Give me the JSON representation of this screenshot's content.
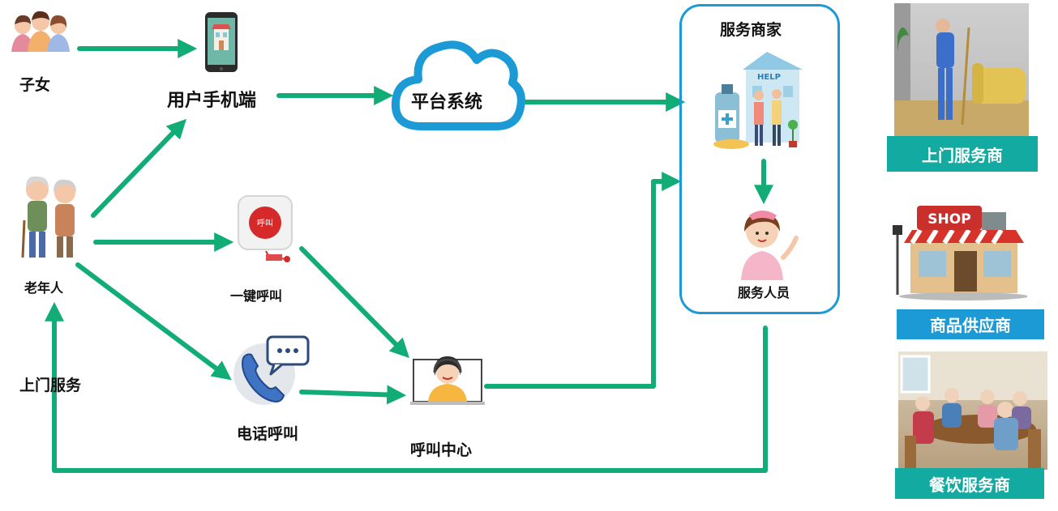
{
  "nodes": {
    "children": "子女",
    "user_phone": "用户手机端",
    "platform": "平台系统",
    "merchant": "服务商家",
    "staff": "服务人员",
    "elderly": "老年人",
    "one_key_call": "一键呼叫",
    "phone_call": "电话呼叫",
    "call_center": "呼叫中心",
    "home_service": "上门服务"
  },
  "button_text": "呼叫",
  "help_sign": "HELP",
  "shop_sign": "SHOP",
  "providers": [
    {
      "label": "上门服务商",
      "color": "#13aaa1"
    },
    {
      "label": "商品供应商",
      "color": "#1b9ad6"
    },
    {
      "label": "餐饮服务商",
      "color": "#13aaa1"
    }
  ],
  "colors": {
    "arrow": "#12ad76",
    "cloud": "#1b9ad6",
    "box_border": "#1b9ad6"
  }
}
